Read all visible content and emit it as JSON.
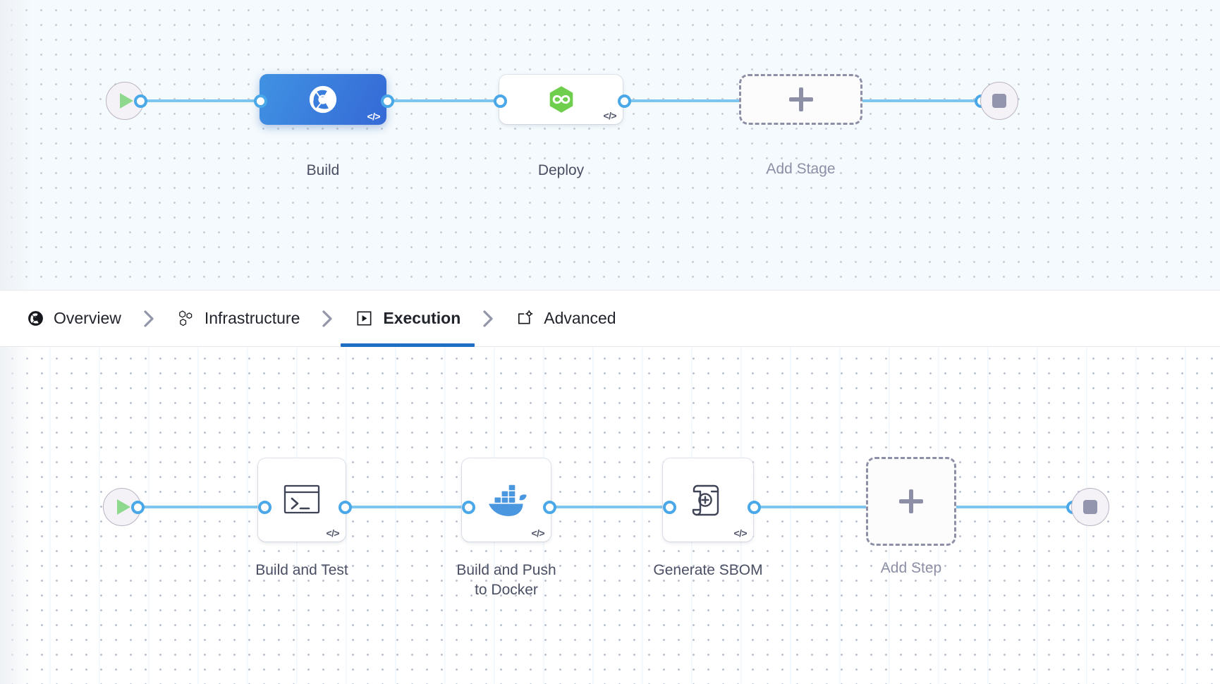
{
  "stage_canvas": {
    "name": "pipeline-stage-canvas",
    "start_node": {
      "icon": "play-icon"
    },
    "end_node": {
      "icon": "stop-icon"
    },
    "stages": [
      {
        "id": "build",
        "label": "Build",
        "icon": "harness-ci-icon",
        "selected": true,
        "badge": "</>"
      },
      {
        "id": "deploy",
        "label": "Deploy",
        "icon": "harness-cd-hexagon-icon",
        "selected": false,
        "badge": "</>"
      }
    ],
    "add_stage": {
      "label": "Add Stage",
      "icon": "plus-icon"
    }
  },
  "tabbar": {
    "tabs": [
      {
        "id": "overview",
        "label": "Overview",
        "icon": "overview-pie-icon",
        "active": false
      },
      {
        "id": "infrastructure",
        "label": "Infrastructure",
        "icon": "hexagon-cluster-icon",
        "active": false
      },
      {
        "id": "execution",
        "label": "Execution",
        "icon": "execution-play-icon",
        "active": true
      },
      {
        "id": "advanced",
        "label": "Advanced",
        "icon": "advanced-gear-icon",
        "active": false
      }
    ],
    "separator": "chevron-right-icon"
  },
  "step_canvas": {
    "name": "pipeline-step-canvas",
    "start_node": {
      "icon": "play-icon"
    },
    "end_node": {
      "icon": "stop-icon"
    },
    "steps": [
      {
        "id": "build-and-test",
        "label": "Build and Test",
        "icon": "terminal-icon",
        "badge": "</>"
      },
      {
        "id": "build-and-push",
        "label": "Build and Push\nto Docker",
        "icon": "docker-icon",
        "badge": "</>"
      },
      {
        "id": "generate-sbom",
        "label": "Generate SBOM",
        "icon": "sbom-scroll-icon",
        "badge": "</>"
      }
    ],
    "add_step": {
      "label": "Add Step",
      "icon": "plus-icon"
    }
  },
  "colors": {
    "accent": "#1e6fc4",
    "connector": "#7ec6ef",
    "port": "#4aa8e8",
    "selected_stage": "#3b7fdd",
    "cd_green": "#6fce4e",
    "docker_blue": "#4a97e0",
    "play_green": "#8fd98f",
    "stop_gray": "#9295ad",
    "dashed_gray": "#8d8fa6"
  }
}
